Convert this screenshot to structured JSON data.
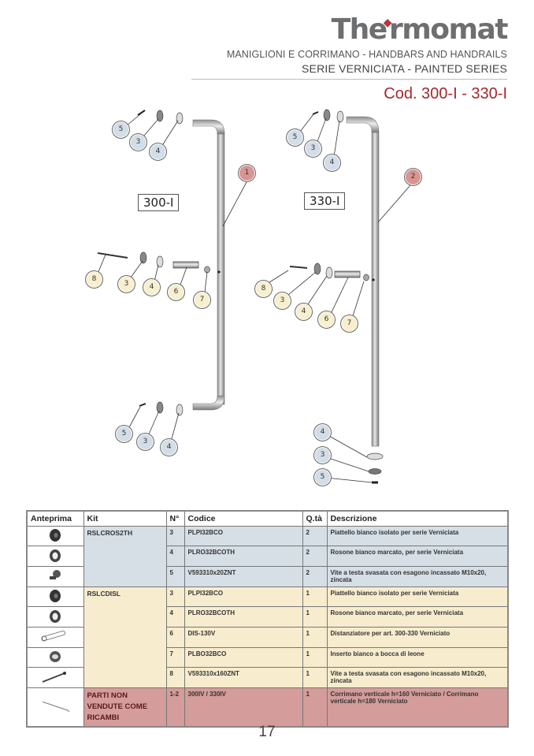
{
  "header": {
    "brand_prefix": "The",
    "brand_mark": "♦",
    "brand_suffix": "rmomat",
    "subtitle_line1": "MANIGLIONI E CORRIMANO - HANDBARS AND HANDRAILS",
    "subtitle_line2": "SERIE VERNICIATA - PAINTED SERIES",
    "product_code": "Cod. 300-I - 330-I"
  },
  "diagram": {
    "models": [
      {
        "label": "300-I",
        "rail_callout": "1"
      },
      {
        "label": "330-I",
        "rail_callout": "2"
      }
    ],
    "callouts": {
      "left_top": [
        "5",
        "3",
        "4"
      ],
      "left_mid": [
        "8",
        "3",
        "4",
        "6",
        "7"
      ],
      "left_bottom": [
        "5",
        "3",
        "4"
      ],
      "right_top": [
        "5",
        "3",
        "4"
      ],
      "right_mid": [
        "8",
        "3",
        "4",
        "6",
        "7"
      ],
      "right_bottom": [
        "4",
        "3",
        "5"
      ]
    },
    "colors": {
      "blue_callout": "#d6dfe6",
      "yellow_callout": "#f7ecce",
      "red_callout": "#d49c9a"
    }
  },
  "table": {
    "headers": [
      "Anteprima",
      "Kit",
      "N°",
      "Codice",
      "Q.tà",
      "Descrizione"
    ],
    "groups": [
      {
        "kit": "RSLCROS2TH",
        "color": "blue",
        "rows": [
          {
            "preview": "platter-icon",
            "n": "3",
            "code": "PLPI32BCO",
            "qty": "2",
            "desc": "Piattello bianco isolato per serie Verniciata"
          },
          {
            "preview": "rosette-icon",
            "n": "4",
            "code": "PLRO32BCOTH",
            "qty": "2",
            "desc": "Rosone bianco marcato, per serie Verniciata"
          },
          {
            "preview": "screw-icon",
            "n": "5",
            "code": "V593310x20ZNT",
            "qty": "2",
            "desc": "Vite a testa svasata con esagono incassato M10x20, zincata"
          }
        ]
      },
      {
        "kit": "RSLCDISL",
        "color": "yellow",
        "rows": [
          {
            "preview": "platter-icon",
            "n": "3",
            "code": "PLPI32BCO",
            "qty": "1",
            "desc": "Piattello bianco isolato per serie Verniciata"
          },
          {
            "preview": "rosette-icon",
            "n": "4",
            "code": "PLRO32BCOTH",
            "qty": "1",
            "desc": "Rosone bianco marcato, per serie Verniciata"
          },
          {
            "preview": "spacer-icon",
            "n": "6",
            "code": "DIS-130V",
            "qty": "1",
            "desc": "Distanziatore per art. 300-330 Verniciato"
          },
          {
            "preview": "insert-icon",
            "n": "7",
            "code": "PLBO32BCO",
            "qty": "1",
            "desc": "Inserto bianco a bocca di leone"
          },
          {
            "preview": "long-screw-icon",
            "n": "8",
            "code": "V593310x160ZNT",
            "qty": "1",
            "desc": "Vite a testa svasata con esagono incassato M10x20, zincata"
          }
        ]
      },
      {
        "kit": "PARTI NON VENDUTE COME RICAMBI",
        "color": "red",
        "rows": [
          {
            "preview": "handrail-icon",
            "n": "1-2",
            "code": "300IV / 330IV",
            "qty": "1",
            "desc": "Corrimano verticale h=160 Verniciato / Corrimano verticale h=180 Verniciato"
          }
        ]
      }
    ]
  },
  "footer": {
    "page_number": "17"
  }
}
